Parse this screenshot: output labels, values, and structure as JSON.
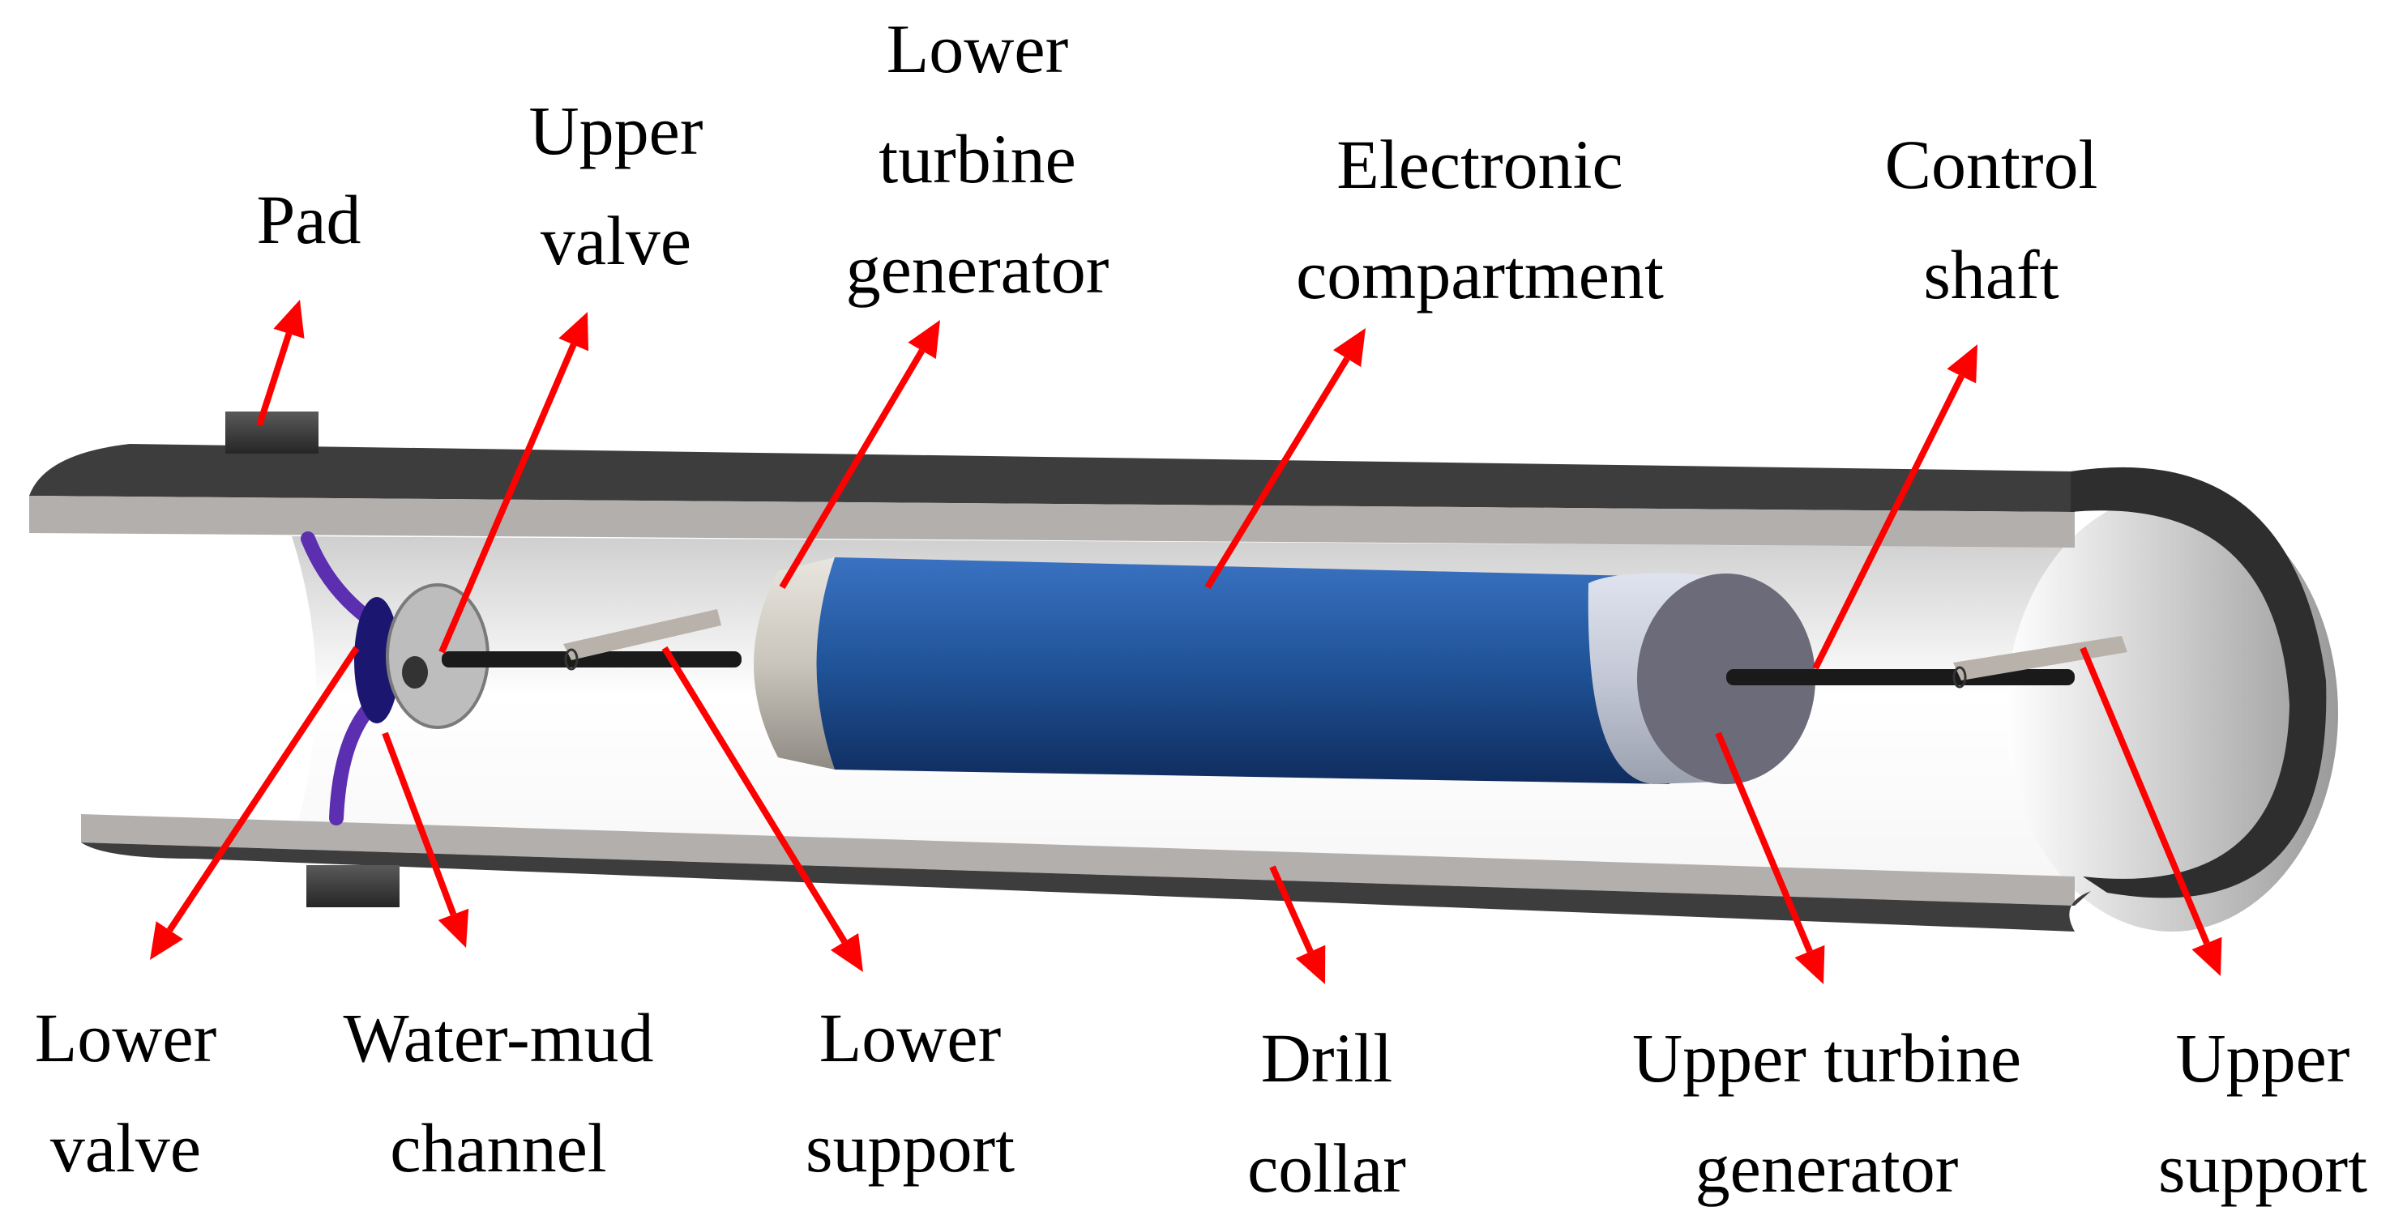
{
  "colors": {
    "arrow": "#ff0000",
    "collar_outer": "#3d3d3d",
    "collar_inner": "#b3afad",
    "electronic_compartment": "#1f5296",
    "turbine_cap": "#6b6b7a",
    "water_mud_channel": "#5b2fb0",
    "pad": "#3c3c3c"
  },
  "labels": {
    "pad": [
      "Pad"
    ],
    "upper_valve": [
      "Upper",
      "valve"
    ],
    "lower_turbine_generator": [
      "Lower",
      "turbine",
      "generator"
    ],
    "electronic_compartment": [
      "Electronic",
      "compartment"
    ],
    "control_shaft": [
      "Control",
      "shaft"
    ],
    "lower_valve": [
      "Lower",
      "valve"
    ],
    "water_mud_channel": [
      "Water-mud",
      "channel"
    ],
    "lower_support": [
      "Lower",
      "support"
    ],
    "drill_collar": [
      "Drill",
      "collar"
    ],
    "upper_turbine_generator": [
      "Upper turbine",
      "generator"
    ],
    "upper_support": [
      "Upper",
      "support"
    ]
  }
}
